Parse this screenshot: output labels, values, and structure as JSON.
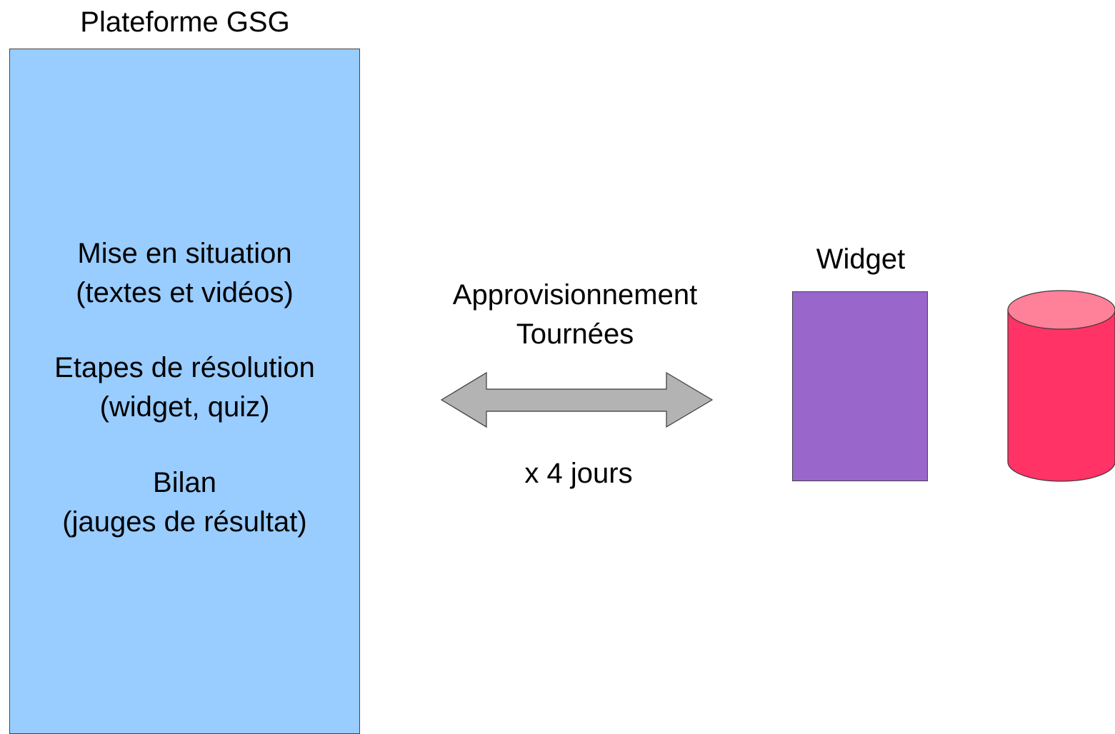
{
  "platform": {
    "title": "Plateforme GSG",
    "sections": [
      {
        "line1": "Mise en situation",
        "line2": "(textes et vidéos)"
      },
      {
        "line1": "Etapes de résolution",
        "line2": "(widget, quiz)"
      },
      {
        "line1": "Bilan",
        "line2": "(jauges de résultat)"
      }
    ]
  },
  "flow": {
    "line1": "Approvisionnement",
    "line2": "Tournées",
    "repeat": "x 4 jours"
  },
  "widget": {
    "title": "Widget"
  },
  "colors": {
    "platform_fill": "#99ccff",
    "arrow_fill": "#b3b3b3",
    "widget_fill": "#9966cc",
    "database_fill": "#ff3366",
    "database_top": "#ff8099"
  }
}
